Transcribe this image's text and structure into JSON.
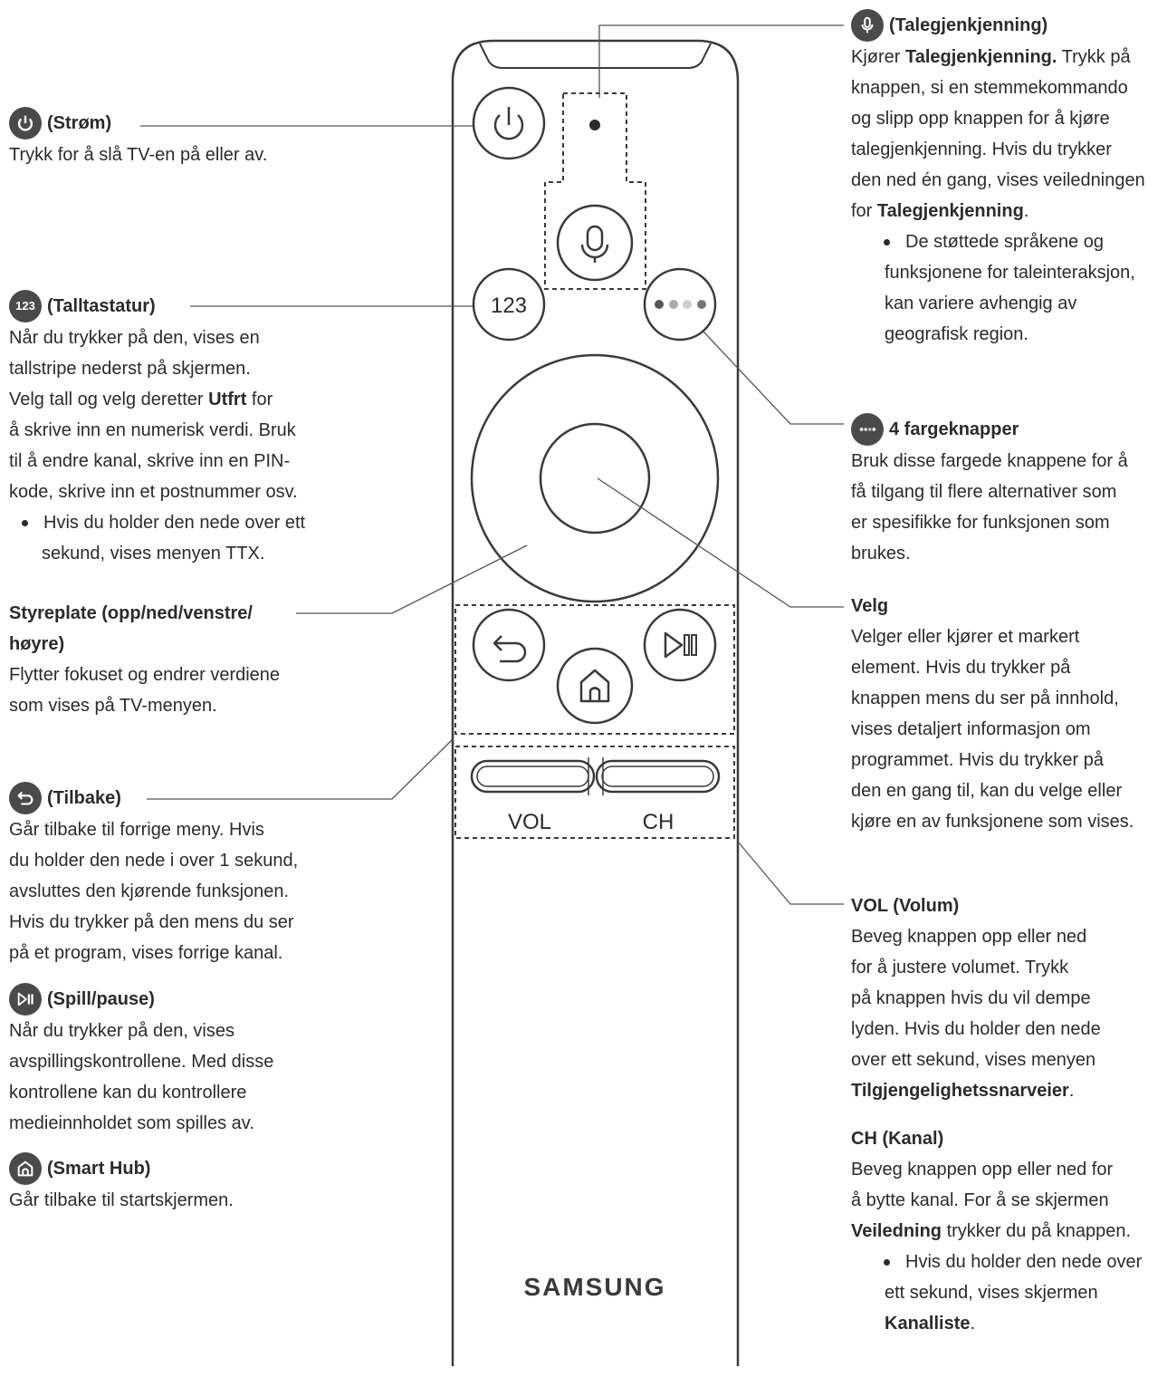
{
  "remote": {
    "num_key": "123",
    "vol": "VOL",
    "ch": "CH",
    "brand": "SAMSUNG"
  },
  "left": {
    "power": {
      "title": "(Strøm)",
      "text": "Trykk for å slå TV-en på eller av."
    },
    "numpad": {
      "icon_text": "123",
      "title": "(Talltastatur)",
      "lines": [
        "Når du trykker på den, vises en",
        "tallstripe nederst på skjermen.",
        "Velg tall og velg deretter ",
        "Utfrt",
        " for",
        "å skrive inn en numerisk verdi. Bruk",
        "til å endre kanal, skrive inn en PIN-",
        "kode, skrive inn et postnummer osv."
      ],
      "bullet": [
        "Hvis du holder den nede over ett",
        "sekund, vises menyen TTX."
      ]
    },
    "dpad": {
      "title_lines": [
        "Styreplate (opp/ned/venstre/",
        "høyre)"
      ],
      "lines": [
        "Flytter fokuset og endrer verdiene",
        "som vises på TV-menyen."
      ]
    },
    "back": {
      "title": "(Tilbake)",
      "lines": [
        "Går tilbake til forrige meny. Hvis",
        "du holder den nede i over 1 sekund,",
        "avsluttes den kjørende funksjonen.",
        "Hvis du trykker på den mens du ser",
        "på et program, vises forrige kanal."
      ]
    },
    "play": {
      "title": "(Spill/pause)",
      "lines": [
        "Når du trykker på den, vises",
        "avspillingskontrollene. Med disse",
        "kontrollene kan du kontrollere",
        "medieinnholdet som spilles av."
      ]
    },
    "home": {
      "title": "(Smart Hub)",
      "text": "Går tilbake til startskjermen."
    }
  },
  "right": {
    "voice": {
      "title": "(Talegjenkjenning)",
      "l1a": "Kjører ",
      "l1b": "Talegjenkjenning.",
      "l1c": " Trykk på",
      "lines": [
        "knappen, si en stemmekommando",
        "og slipp opp knappen for å kjøre",
        "talegjenkjenning. Hvis du trykker",
        "den ned én gang, vises veiledningen"
      ],
      "l6a": "for ",
      "l6b": "Talegjenkjenning",
      "l6c": ".",
      "bullet": [
        "De støttede språkene og",
        "funksjonene for taleinteraksjon,",
        "kan variere avhengig av",
        "geografisk region."
      ]
    },
    "colors": {
      "title": "4 fargeknapper",
      "lines": [
        "Bruk disse fargede knappene for å",
        "få tilgang til flere alternativer som",
        "er spesifikke for funksjonen som",
        "brukes."
      ]
    },
    "select": {
      "title": "Velg",
      "lines": [
        "Velger eller kjører et markert",
        "element. Hvis du trykker på",
        "knappen mens du ser på innhold,",
        "vises detaljert informasjon om",
        "programmet. Hvis du trykker på",
        "den en gang til, kan du velge eller",
        "kjøre en av funksjonene som vises."
      ]
    },
    "vol": {
      "title": "VOL (Volum)",
      "lines": [
        "Beveg knappen opp eller ned",
        "for å justere volumet. Trykk",
        "på knappen hvis du vil dempe",
        "lyden. Hvis du holder den nede",
        "over ett sekund, vises menyen"
      ],
      "bold": "Tilgjengelighetssnarveier",
      "bold_end": "."
    },
    "ch": {
      "title": "CH (Kanal)",
      "lines": [
        "Beveg knappen opp eller ned for",
        "å bytte kanal. For å se skjermen"
      ],
      "l3a": "Veiledning",
      "l3b": " trykker du på knappen.",
      "bullet": [
        "Hvis du holder den nede over",
        "ett sekund, vises skjermen"
      ],
      "bullet_bold": "Kanalliste",
      "bullet_end": "."
    }
  }
}
